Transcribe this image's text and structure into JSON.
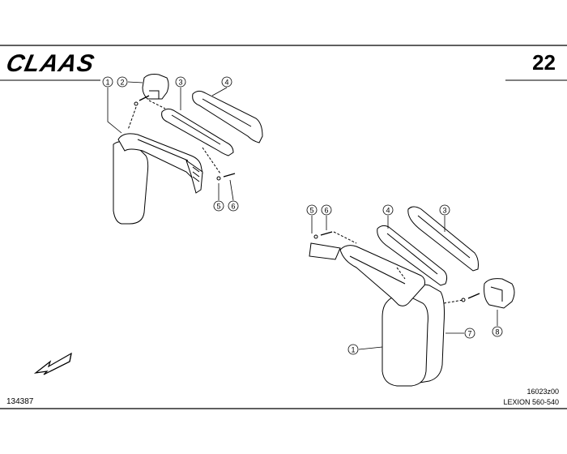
{
  "header": {
    "brand": "CLAAS",
    "page_number": "22"
  },
  "callouts_group_a": [
    "1",
    "2",
    "3",
    "4",
    "5",
    "6"
  ],
  "callouts_group_b": [
    "5",
    "6",
    "4",
    "3",
    "8",
    "7",
    "1"
  ],
  "footer": {
    "drawing_number": "134387",
    "part_code": "16023z00",
    "model": "LEXION 560-540"
  }
}
